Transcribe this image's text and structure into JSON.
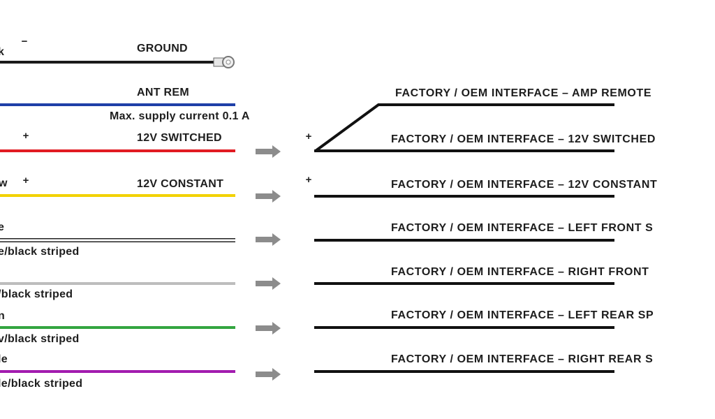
{
  "left_wires": {
    "ground": {
      "color_label": "k",
      "label": "GROUND",
      "polarity": "−",
      "wire_color": "#1a1a1a"
    },
    "ant_rem": {
      "label": "ANT REM",
      "note": "Max. supply current 0.1 A",
      "wire_color": "#1f3fa8"
    },
    "switched": {
      "color_label": "",
      "label": "12V SWITCHED",
      "polarity": "+",
      "wire_color": "#e11b22"
    },
    "constant": {
      "color_label": "w",
      "label": "12V CONSTANT",
      "polarity": "+",
      "wire_color": "#f2d200"
    },
    "left_front": {
      "color_label": "e",
      "stripe_label": "e/black striped",
      "wire_color": "#ffffff"
    },
    "right_front": {
      "stripe_label": "/black striped",
      "wire_color": "#bdbdbd"
    },
    "left_rear": {
      "color_label": "n",
      "stripe_label": "v/black striped",
      "wire_color": "#33a540"
    },
    "right_rear": {
      "color_label": "le",
      "stripe_label": "le/black striped",
      "wire_color": "#a21caf"
    }
  },
  "right_side": {
    "polarity_switched": "+",
    "polarity_constant": "+",
    "labels": [
      "FACTORY / OEM INTERFACE – AMP REMOTE",
      "FACTORY / OEM INTERFACE – 12V SWITCHED",
      "FACTORY / OEM INTERFACE – 12V CONSTANT",
      "FACTORY / OEM INTERFACE – LEFT FRONT S",
      "FACTORY / OEM INTERFACE – RIGHT FRONT",
      "FACTORY / OEM INTERFACE – LEFT REAR SP",
      "FACTORY / OEM INTERFACE – RIGHT REAR S"
    ]
  },
  "colors": {
    "arrow": "#8c8c8c",
    "line": "#111111"
  }
}
